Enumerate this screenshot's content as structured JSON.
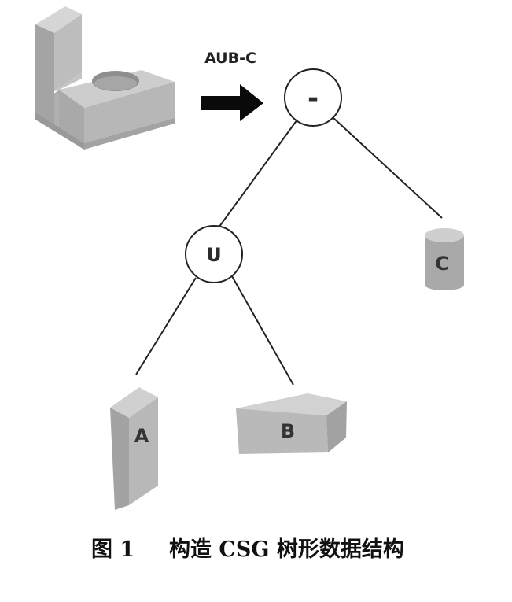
{
  "expression": "AUB-C",
  "tree": {
    "root_operator": "-",
    "union_operator": "U",
    "leaves": [
      "A",
      "B",
      "C"
    ]
  },
  "caption": {
    "figure_number": "图 1",
    "title": "构造 CSG 树形数据结构"
  },
  "colors": {
    "solid_front": "#b4b4b4",
    "solid_side": "#9e9e9e",
    "solid_top": "#cfcfcf",
    "line": "#222222",
    "arrow": "#0a0a0a"
  }
}
